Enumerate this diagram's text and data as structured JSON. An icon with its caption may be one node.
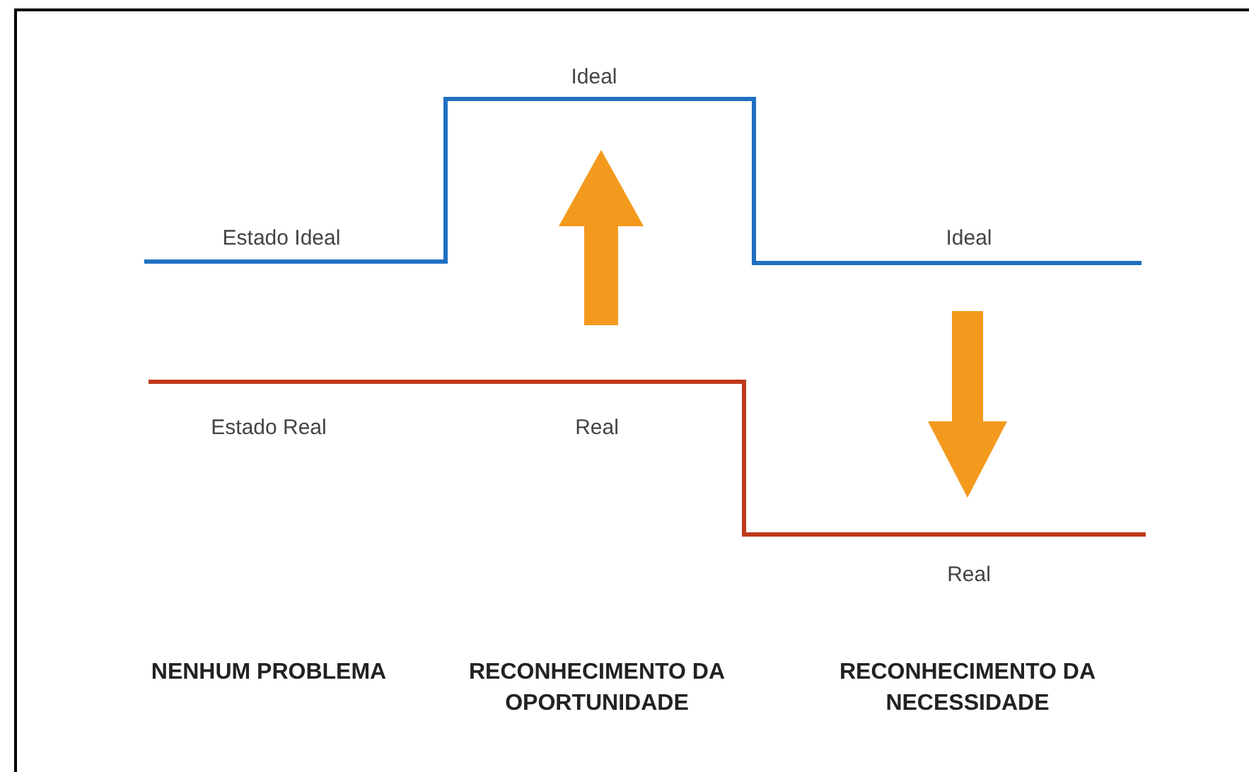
{
  "diagram": {
    "labels": [
      "Ideal",
      "Estado Ideal",
      "Ideal",
      "Estado Real",
      "Real",
      "Real",
      "NENHUM PROBLEMA",
      "RECONHECIMENTO DA OPORTUNIDADE",
      "RECONHECIMENTO DA NECESSIDADE"
    ]
  }
}
